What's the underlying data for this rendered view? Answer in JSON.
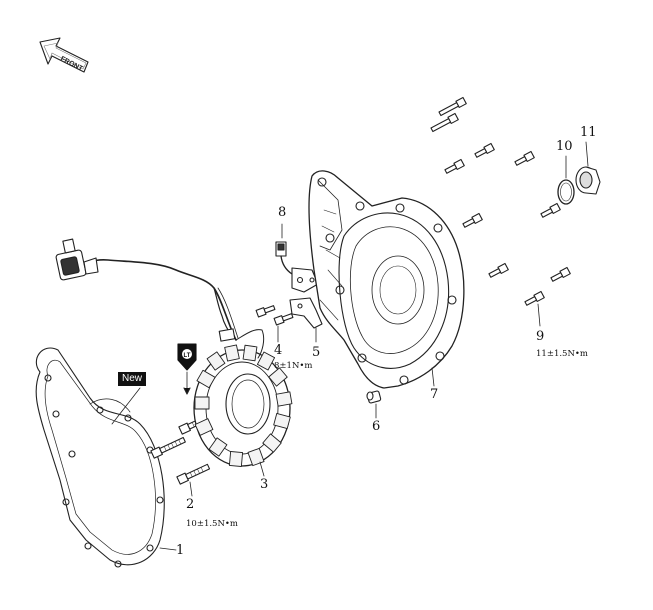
{
  "front_arrow_label": "FRONT",
  "new_badge": "New",
  "loctite_symbol": "LT",
  "parts": [
    {
      "no": "1"
    },
    {
      "no": "2"
    },
    {
      "no": "3"
    },
    {
      "no": "4"
    },
    {
      "no": "5"
    },
    {
      "no": "6"
    },
    {
      "no": "7"
    },
    {
      "no": "8"
    },
    {
      "no": "9"
    },
    {
      "no": "10"
    },
    {
      "no": "11"
    }
  ],
  "torques": {
    "part2": "10±1.5N•m",
    "part4": "8±1N•m",
    "part9": "11±1.5N•m"
  }
}
